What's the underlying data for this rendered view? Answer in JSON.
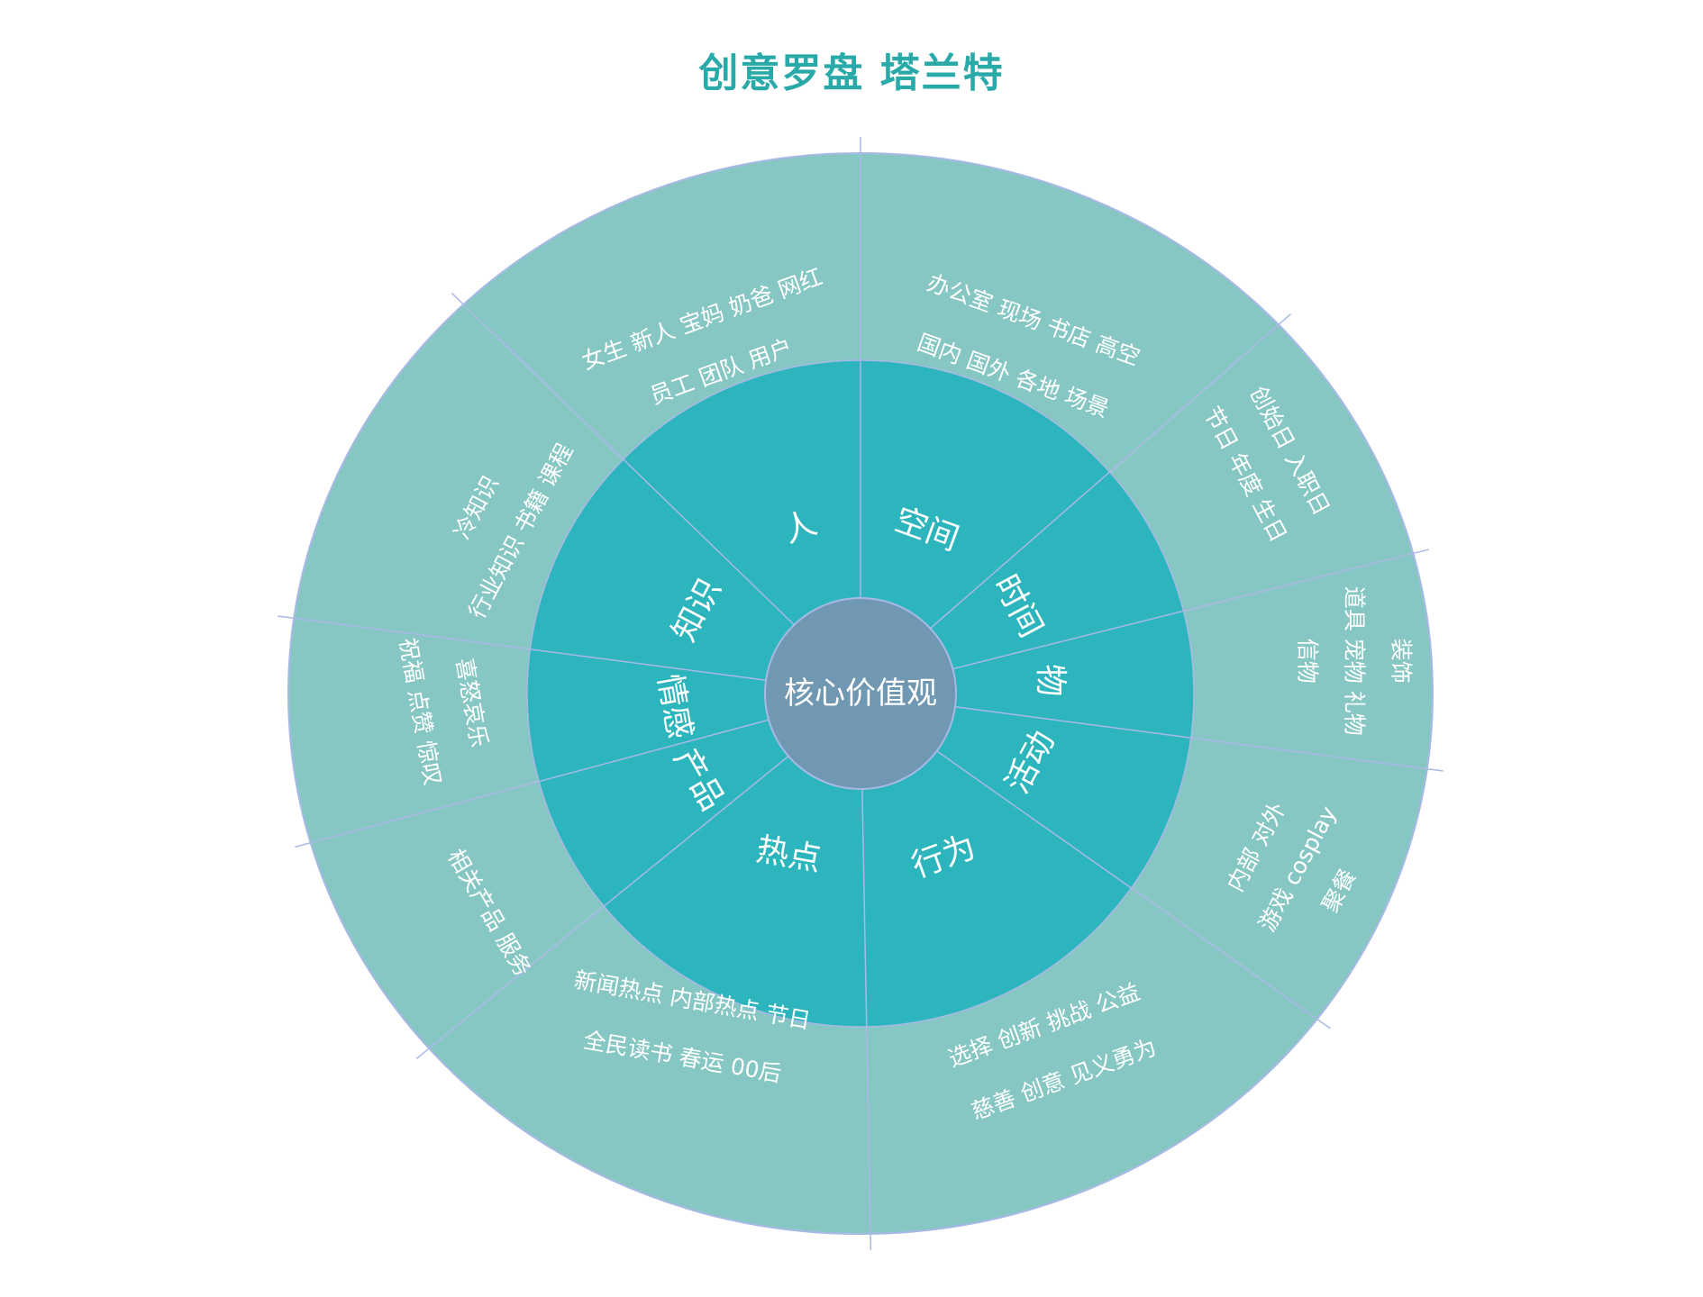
{
  "title": "创意罗盘 塔兰特",
  "center": {
    "label": "核心价值观"
  },
  "colors": {
    "outer": "#87c7c3",
    "middle": "#2cb5bc",
    "center": "#7098b2",
    "title": "#2aa9a9",
    "divider": "#a9b9e6",
    "text": "#ffffff"
  },
  "segments": [
    {
      "label": "人",
      "lines": [
        "女生 新人 宝妈 奶爸 网红",
        "员工 团队 用户"
      ]
    },
    {
      "label": "空间",
      "lines": [
        "办公室 现场 书店 高空",
        "国内 国外 各地 场景"
      ]
    },
    {
      "label": "时间",
      "lines": [
        "创始日 入职日",
        "节日 年度 生日"
      ]
    },
    {
      "label": "物",
      "lines": [
        "装饰",
        "道具 宠物 礼物",
        "信物"
      ]
    },
    {
      "label": "活动",
      "lines": [
        "内部 对外",
        "游戏 cosplay",
        "聚餐"
      ]
    },
    {
      "label": "行为",
      "lines": [
        "选择 创新 挑战 公益",
        "慈善 创意 见义勇为"
      ]
    },
    {
      "label": "热点",
      "lines": [
        "新闻热点 内部热点 节日",
        "全民读书 春运 00后"
      ]
    },
    {
      "label": "产品",
      "lines": [
        "相关产品 服务"
      ]
    },
    {
      "label": "情感",
      "lines": [
        "喜怒哀乐",
        "祝福 点赞 惊叹"
      ]
    },
    {
      "label": "知识",
      "lines": [
        "冷知识",
        "行业知识 书籍 课程"
      ]
    }
  ]
}
